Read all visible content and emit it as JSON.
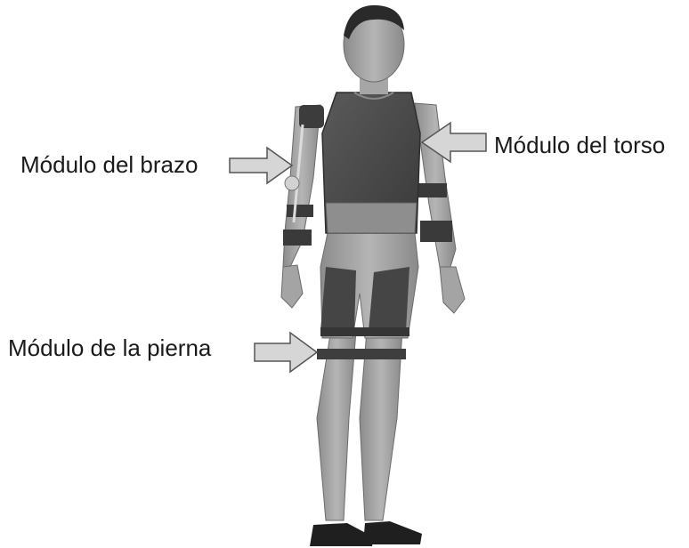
{
  "labels": {
    "arm_module": "Módulo del brazo",
    "torso_module": "Módulo del torso",
    "leg_module": "Módulo de la pierna"
  },
  "colors": {
    "skin": "#a9a9a9",
    "vest": "#4a4a4a",
    "arrow_fill": "#d6d6d6",
    "arrow_stroke": "#555555"
  }
}
